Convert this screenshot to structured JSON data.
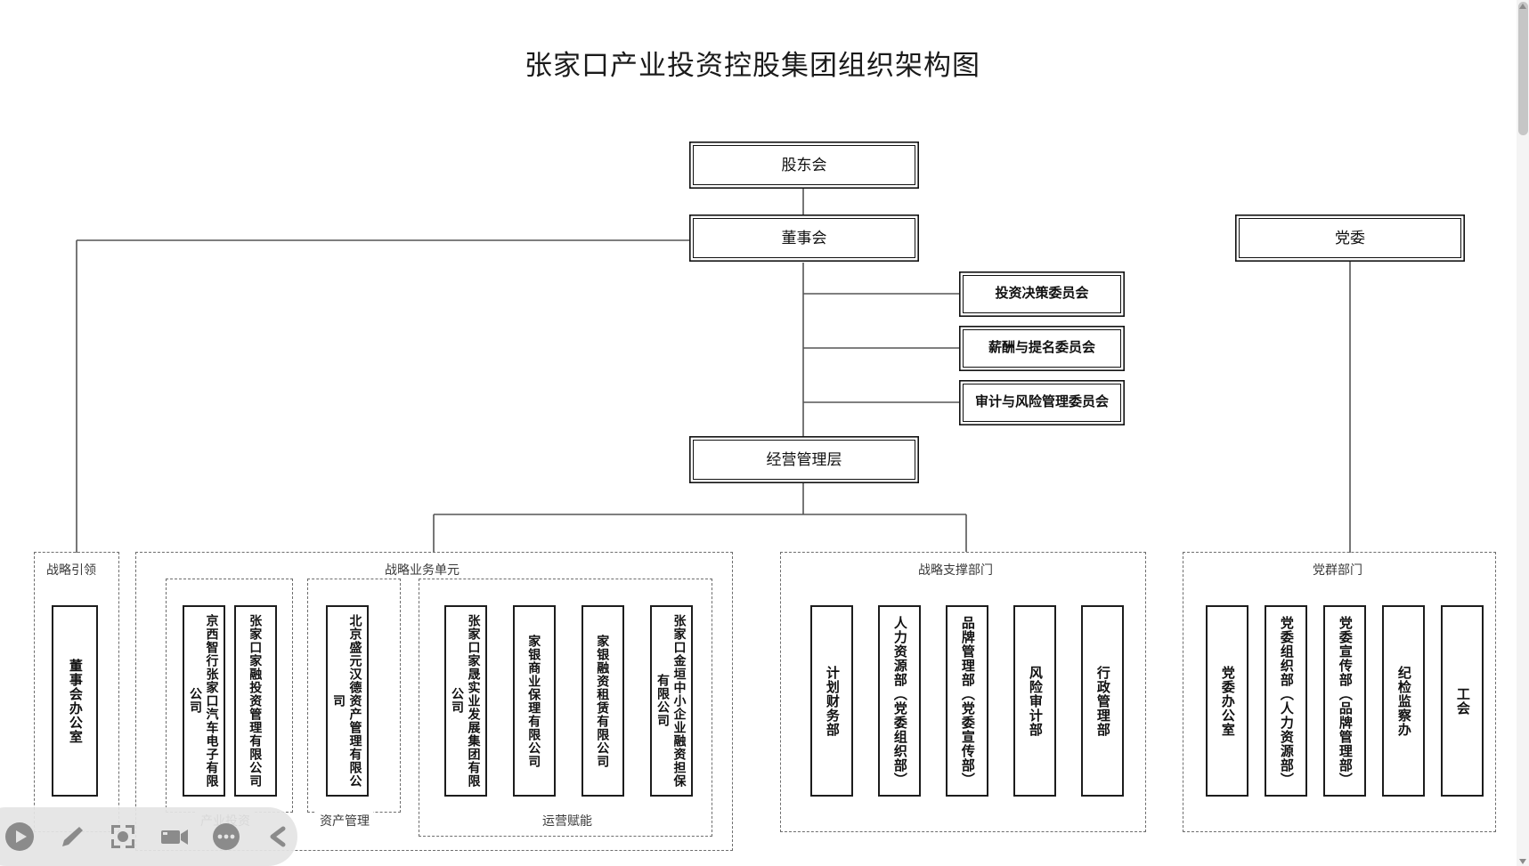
{
  "title": "张家口产业投资控股集团组织架构图",
  "governance": {
    "shareholders": "股东会",
    "board": "董事会",
    "party_committee": "党委",
    "management": "经营管理层"
  },
  "committees": [
    {
      "label": "投资决策委员会"
    },
    {
      "label": "薪酬与提名委员会"
    },
    {
      "label": "审计与风险管理委员会"
    }
  ],
  "groups": {
    "strategy_lead": {
      "label": "战略引领",
      "items": [
        {
          "label": "董事会办公室"
        }
      ]
    },
    "business_units": {
      "label": "战略业务单元",
      "subgroups": [
        {
          "label": "产业投资",
          "items": [
            {
              "label": "京西智行张家口汽车电子有限公司"
            },
            {
              "label": "张家口家融投资管理有限公司"
            }
          ]
        },
        {
          "label": "资产管理",
          "items": [
            {
              "label": "北京盛元汉德资产管理有限公司"
            }
          ]
        },
        {
          "label": "运营赋能",
          "items": [
            {
              "label": "张家口家晟实业发展集团有限公司"
            },
            {
              "label": "家银商业保理有限公司"
            },
            {
              "label": "家银融资租赁有限公司"
            },
            {
              "label": "张家口金垣中小企业融资担保有限公司"
            }
          ]
        }
      ]
    },
    "support_departments": {
      "label": "战略支撑部门",
      "items": [
        {
          "label": "计划财务部"
        },
        {
          "label": "人力资源部（党委组织部）"
        },
        {
          "label": "品牌管理部（党委宣传部）"
        },
        {
          "label": "风险审计部"
        },
        {
          "label": "行政管理部"
        }
      ]
    },
    "party_departments": {
      "label": "党群部门",
      "items": [
        {
          "label": "党委办公室"
        },
        {
          "label": "党委组织部（人力资源部）"
        },
        {
          "label": "党委宣传部（品牌管理部）"
        },
        {
          "label": "纪检监察办"
        },
        {
          "label": "工会"
        }
      ]
    }
  },
  "toolbar": {
    "buttons": [
      {
        "name": "play-icon",
        "title": "播放"
      },
      {
        "name": "pencil-icon",
        "title": "编辑"
      },
      {
        "name": "screenshot-icon",
        "title": "截图"
      },
      {
        "name": "video-camera-icon",
        "title": "录制"
      },
      {
        "name": "more-icon",
        "title": "更多"
      },
      {
        "name": "collapse-left-icon",
        "title": "收起"
      }
    ]
  },
  "colors": {
    "line": "#555555",
    "box_border": "#111111",
    "dashed_border": "#6d6d6d",
    "text": "#111111",
    "group_label": "#3a3a3a",
    "toolbar_bg": "#e4e4e4",
    "toolbar_icon": "#8b8b8b"
  }
}
